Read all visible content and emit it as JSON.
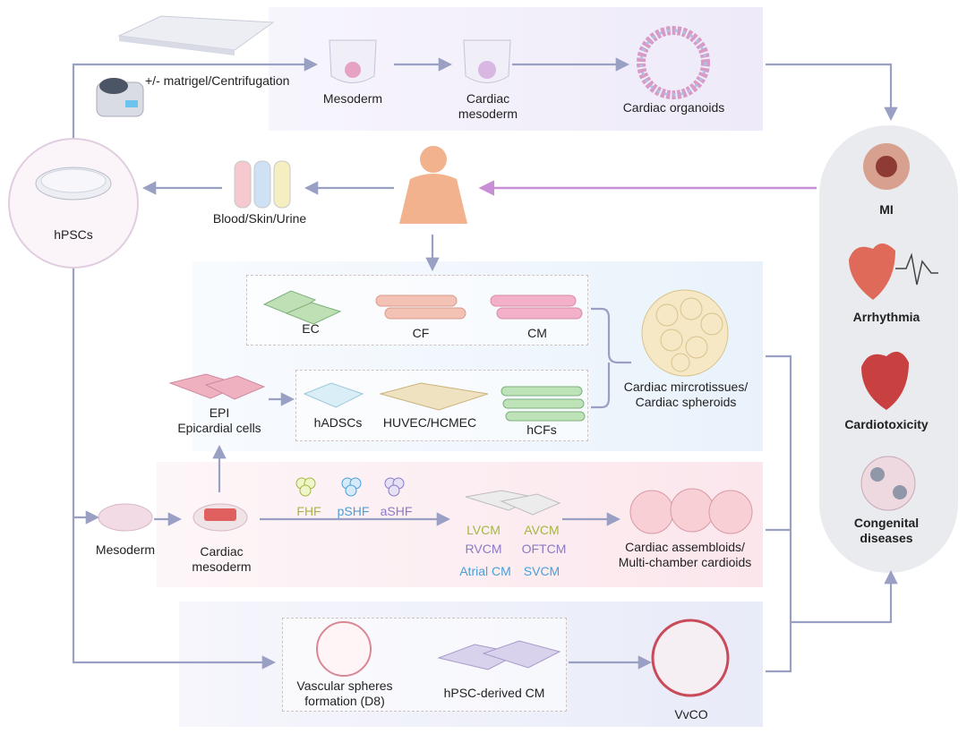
{
  "organoid_row": {
    "method": "+/- matrigel/Centrifugation",
    "mesoderm": "Mesoderm",
    "cardiac_mesoderm": "Cardiac\nmesoderm",
    "organoids": "Cardiac organoids"
  },
  "source": {
    "hpscs": "hPSCs",
    "samples": "Blood/Skin/Urine"
  },
  "microtissue": {
    "ec": "EC",
    "cf": "CF",
    "cm": "CM",
    "epi": "EPI\nEpicardial cells",
    "hadscs": "hADSCs",
    "huvec": "HUVEC/HCMEC",
    "hcfs": "hCFs",
    "output": "Cardiac mircrotissues/\nCardiac spheroids"
  },
  "assembloid": {
    "mesoderm": "Mesoderm",
    "cardiac_mesoderm": "Cardiac\nmesoderm",
    "fhf": "FHF",
    "pshf": "pSHF",
    "ashf": "aSHF",
    "lvcm": "LVCM",
    "avcm": "AVCM",
    "rvcm": "RVCM",
    "oftcm": "OFTCM",
    "atrial": "Atrial CM",
    "svcm": "SVCM",
    "output": "Cardiac assembloids/\nMulti-chamber cardioids"
  },
  "vascular": {
    "spheres": "Vascular spheres\nformation (D8)",
    "cm": "hPSC-derived CM",
    "output": "VvCO"
  },
  "diseases": {
    "mi": "MI",
    "arrhythmia": "Arrhythmia",
    "cardiotoxicity": "Cardiotoxicity",
    "congenital": "Congenital\ndiseases"
  },
  "colors": {
    "arrow": "#9aa0c4",
    "arrow_pink": "#c98fd6",
    "fhf": "#a6b640",
    "pshf": "#4a9fd6",
    "ashf": "#8b7ac4",
    "lvcm": "#a6b640",
    "rvcm": "#8b7ac4",
    "atrial": "#4a9fd6"
  }
}
